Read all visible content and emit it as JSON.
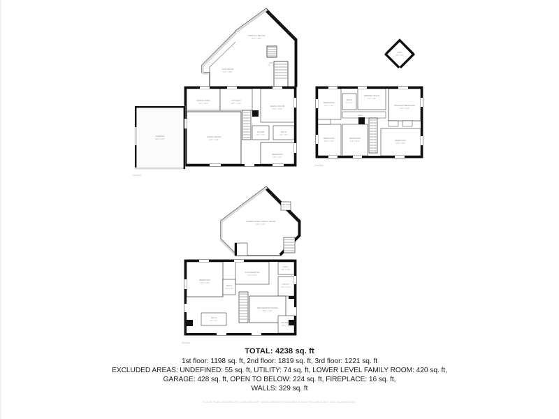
{
  "document": {
    "type": "residential-floor-plan",
    "sheet_background": "#ffffff",
    "ink_color": "#111111",
    "label_color": "#8d8d8d"
  },
  "summary": {
    "total_label": "TOTAL: 4238 sq. ft",
    "per_floor_line": "1st floor: 1198 sq. ft, 2nd floor: 1819 sq. ft, 3rd floor: 1221 sq. ft",
    "excluded_line_1": "EXCLUDED AREAS: UNDEFINED: 55 sq. ft, UTILITY: 74 sq. ft, LOWER LEVEL FAMILY ROOM: 420 sq. ft,",
    "excluded_line_2": "GARAGE: 428 sq. ft, OPEN TO BELOW: 224 sq. ft, FIREPLACE: 16 sq. ft,",
    "excluded_line_3": "WALLS: 329 sq. ft",
    "total_sq_ft": 4238,
    "floors": [
      {
        "name": "1st floor",
        "area_sq_ft": 1198
      },
      {
        "name": "2nd floor",
        "area_sq_ft": 1819
      },
      {
        "name": "3rd floor",
        "area_sq_ft": 1221
      }
    ],
    "excluded_areas": [
      {
        "name": "UNDEFINED",
        "area_sq_ft": 55
      },
      {
        "name": "UTILITY",
        "area_sq_ft": 74
      },
      {
        "name": "LOWER LEVEL FAMILY ROOM",
        "area_sq_ft": 420
      },
      {
        "name": "GARAGE",
        "area_sq_ft": 428
      },
      {
        "name": "OPEN TO BELOW",
        "area_sq_ft": 224
      },
      {
        "name": "FIREPLACE",
        "area_sq_ft": 16
      },
      {
        "name": "WALLS",
        "area_sq_ft": 329
      }
    ]
  },
  "footer": {
    "disclaimer": "FLOOR PLAN CREATED BY CUBICASA APP. MEASUREMENTS DEEMED HIGHLY RELIABLE BUT NOT GUARANTEED."
  },
  "floor_plans": [
    {
      "id": "first-floor",
      "caption": "1st floor",
      "rooms": [
        {
          "name": "OPEN TO BELOW",
          "dim": "22'0\" x 14'8\""
        },
        {
          "name": "SUN ROOM",
          "dim": "14'1\" x 10'3\""
        },
        {
          "name": "LOFT",
          "dim": "6'9\" x 6'0\""
        },
        {
          "name": "DINING AREA",
          "dim": "14'0\" x 10'9\""
        },
        {
          "name": "KITCHEN",
          "dim": "15'8\" x 12'11\""
        },
        {
          "name": "FAMILY ROOM",
          "dim": "17'6\" x 15'10\""
        },
        {
          "name": "LIVING ROOM",
          "dim": "21'8\" x 13'6\""
        },
        {
          "name": "GARAGE",
          "dim": "22'2\" x 21'4\""
        },
        {
          "name": "FOYER",
          "dim": "9'7\" x 7'5\""
        },
        {
          "name": "BATH",
          "dim": "6'2\" x 5'0\""
        },
        {
          "name": "BEDROOM",
          "dim": "14'8\" x 10'7\""
        }
      ]
    },
    {
      "id": "second-floor",
      "caption": "2nd floor",
      "rooms": [
        {
          "name": "BEDROOM",
          "dim": "14'0\" x 12'4\""
        },
        {
          "name": "BATH",
          "dim": "7'1\" x 6'7\""
        },
        {
          "name": "PRIMARY BATH",
          "dim": "12'1\" x 8'5\""
        },
        {
          "name": "PRIMARY BEDROOM",
          "dim": "16'8\" x 13'4\""
        },
        {
          "name": "BEDROOM",
          "dim": "13'0\" x 10'8\""
        },
        {
          "name": "BEDROOM",
          "dim": "14'8\" x 11'10\""
        },
        {
          "name": "BEDROOM",
          "dim": "16'8\" x 11'6\""
        },
        {
          "name": "HALL",
          "dim": ""
        }
      ]
    },
    {
      "id": "third-floor",
      "caption": "3rd floor",
      "rooms": [
        {
          "name": "LOWER LEVEL FAMILY ROOM",
          "dim": "22'8\" x 14'8\""
        },
        {
          "name": "WET BAR",
          "dim": "5'10\" x 4'6\""
        },
        {
          "name": "HALL",
          "dim": "5'8\" x 4'10\""
        },
        {
          "name": "UTILITY",
          "dim": "10'2\" x 7'10\""
        },
        {
          "name": "KITCHENETTE",
          "dim": "13'2\" x 8'11\""
        },
        {
          "name": "BEDROOM",
          "dim": "13'2\" x 12'9\""
        },
        {
          "name": "BATH",
          "dim": "10'8\" x 5'2\""
        },
        {
          "name": "RECREATION ROOM",
          "dim": "16'4\" x 10'0\""
        },
        {
          "name": "BATH",
          "dim": "9'8\" x 5'0\""
        },
        {
          "name": "LAUNDRY",
          "dim": "9'0\" x 7'8\""
        }
      ]
    },
    {
      "id": "attic-detail",
      "caption": "",
      "rooms": [
        {
          "name": "LOFT",
          "dim": "6'9\" x 6'0\""
        }
      ]
    }
  ]
}
